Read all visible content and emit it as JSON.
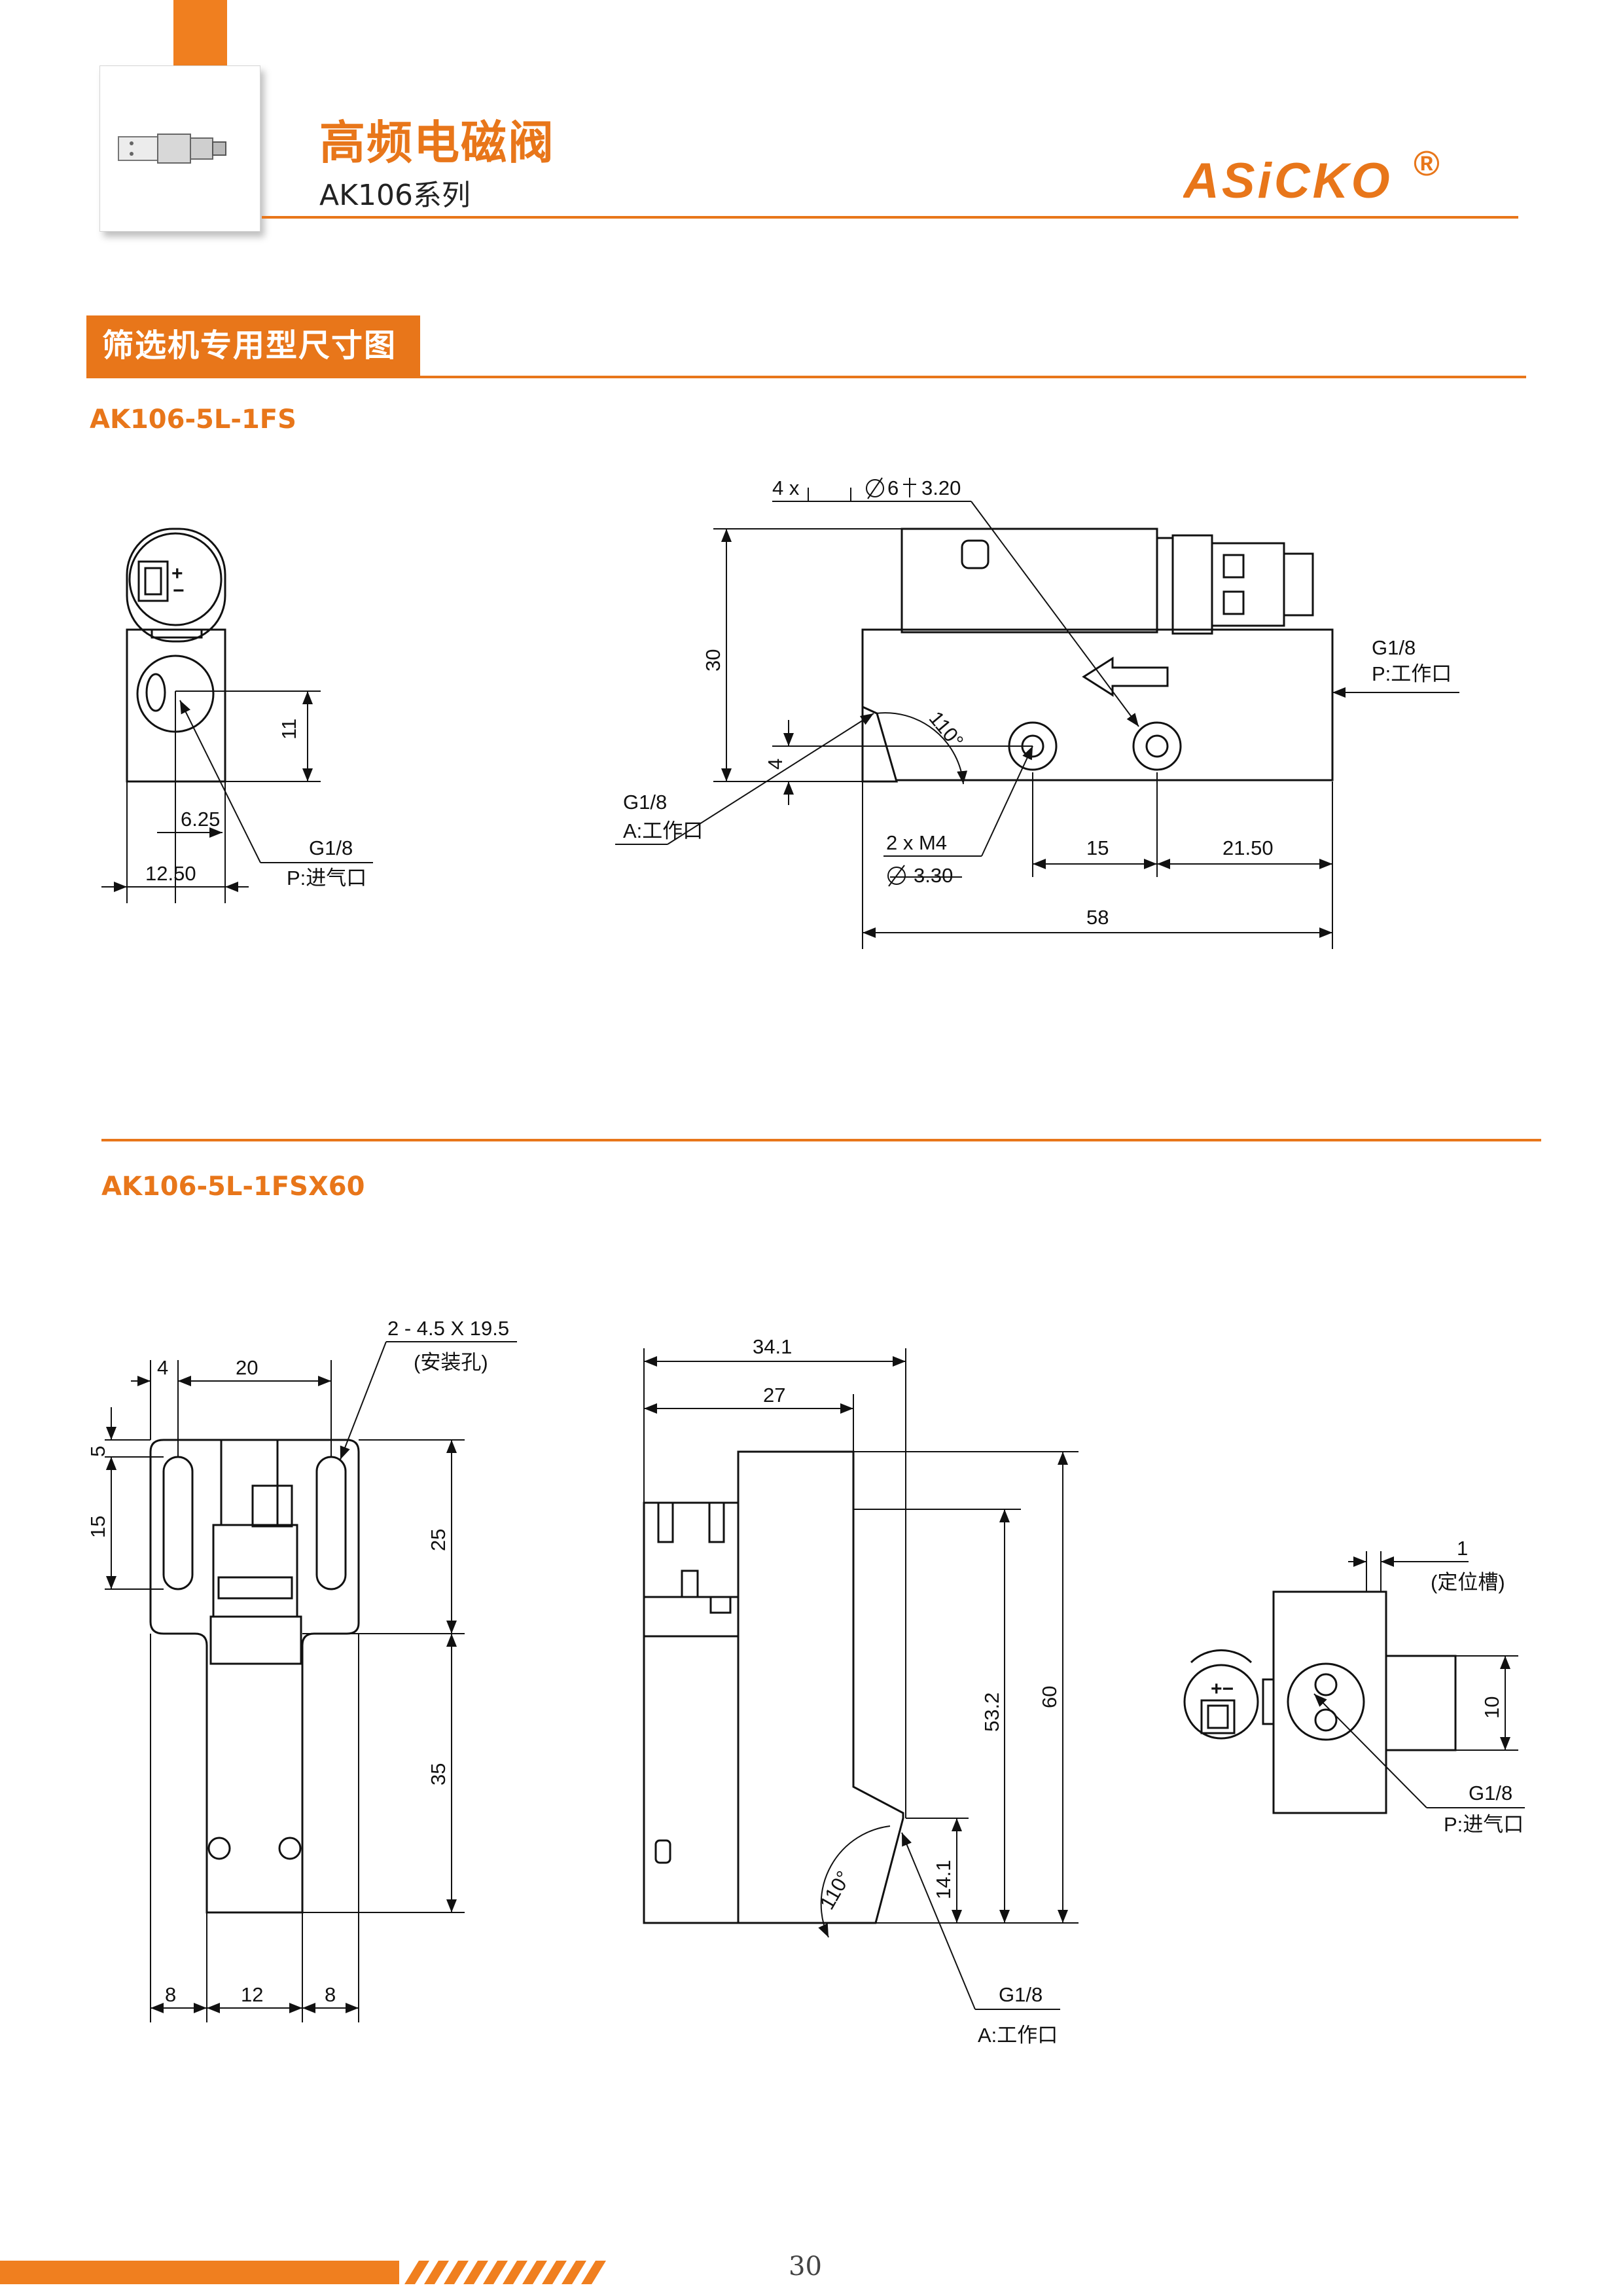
{
  "header": {
    "title": "高频电磁阀",
    "series": "AK106系列",
    "logo_text": "ASiCKO",
    "registered_mark": "®"
  },
  "section": {
    "title": "筛选机专用型尺寸图"
  },
  "drawing_1": {
    "model": "AK106-5L-1FS",
    "side": {
      "dim_11": "11",
      "dim_6_25": "6.25",
      "dim_12_50": "12.50",
      "port_label": "G1/8",
      "port_desc": "P:进气口"
    },
    "front": {
      "callout_prefix": "4 x",
      "callout_diameter": "6",
      "callout_depth": "3.20",
      "dim_30": "30",
      "dim_4": "4",
      "angle": "110°",
      "port_p_label": "G1/8",
      "port_p_desc": "P:工作口",
      "port_a_label": "G1/8",
      "port_a_desc": "A:工作口",
      "thread_label": "2 x  M4",
      "thread_diameter": "3.30",
      "dim_15": "15",
      "dim_21_50": "21.50",
      "dim_58": "58"
    }
  },
  "drawing_2": {
    "model": "AK106-5L-1FSX60",
    "top": {
      "slot_label": "2 - 4.5 X 19.5",
      "slot_desc": "(安装孔)",
      "dim_4": "4",
      "dim_20": "20",
      "dim_5": "5",
      "dim_15": "15",
      "dim_25": "25",
      "dim_35": "35",
      "dim_8a": "8",
      "dim_12": "12",
      "dim_8b": "8"
    },
    "side": {
      "dim_34_1": "34.1",
      "dim_27": "27",
      "dim_53_2": "53.2",
      "dim_60": "60",
      "dim_14_1": "14.1",
      "angle": "110°",
      "port_label": "G1/8",
      "port_desc": "A:工作口"
    },
    "end": {
      "dim_1": "1",
      "slot_desc": "(定位槽)",
      "dim_10": "10",
      "port_label": "G1/8",
      "port_desc": "P:进气口"
    }
  },
  "footer": {
    "page_number": "30",
    "accent_color": "#f07f1f"
  },
  "colors": {
    "brand": "#e8761a",
    "line": "#111111"
  }
}
